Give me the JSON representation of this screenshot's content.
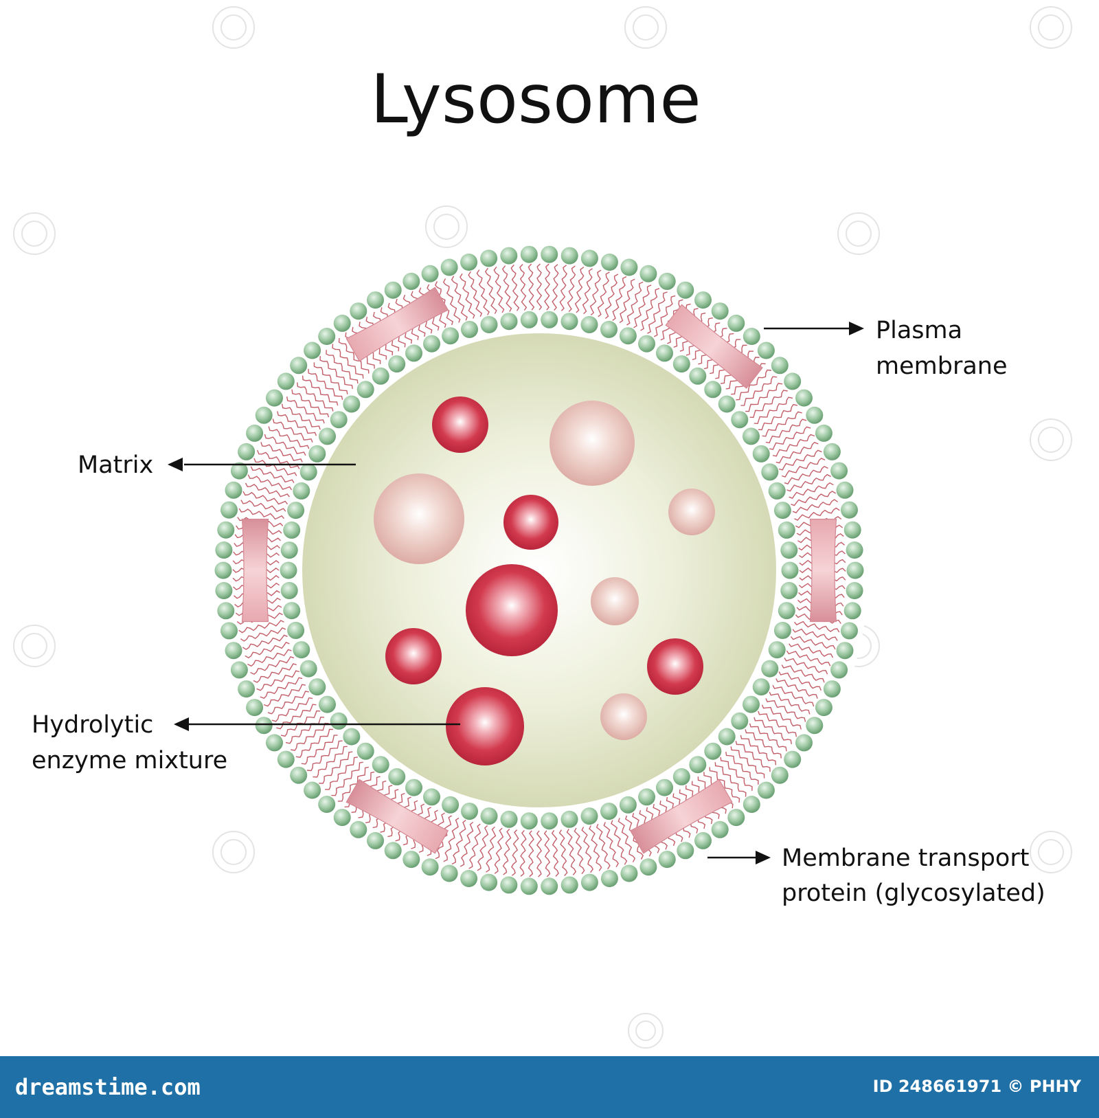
{
  "title": "Lysosome",
  "labels": {
    "plasma_membrane_line1": "Plasma",
    "plasma_membrane_line2": "membrane",
    "matrix": "Matrix",
    "hydrolytic_line1": "Hydrolytic",
    "hydrolytic_line2": "enzyme mixture",
    "transport_line1": "Membrane transport",
    "transport_line2": "protein (glycosylated)"
  },
  "footer": {
    "brand": "dreamstime.com",
    "stock_id": "ID 248661971 © PHHY"
  },
  "colors": {
    "footer_bg": "#1f70a6",
    "phospholipid_head": "#8dbb93",
    "lipid_tail": "#b8424f",
    "transport_protein": "#e0a0a8",
    "enzyme_red": "#c8283e",
    "enzyme_pale": "#e6b4ae",
    "matrix_fill": "#dde1c0"
  }
}
